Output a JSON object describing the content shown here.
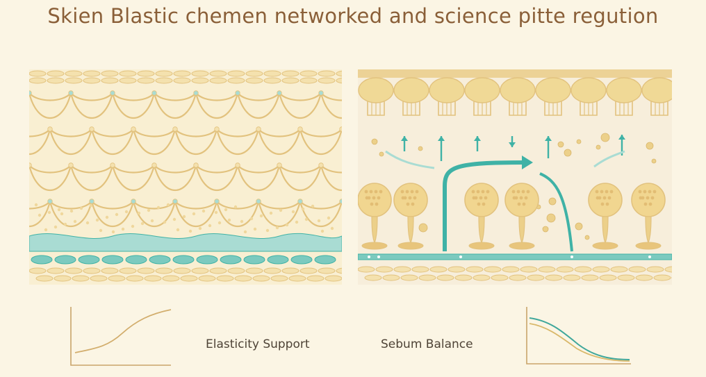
{
  "title": "Skien Blastic chemen networked and science pitte regution",
  "panels": {
    "left": {
      "caption": "Elasticity Support"
    },
    "right": {
      "caption": "Sebum Balance"
    }
  },
  "colors": {
    "background": "#fbf5e4",
    "fiber": "#e2c27e",
    "fiber_light": "#f4e1ae",
    "teal": "#3fb2a6",
    "teal_light": "#a9dcd3",
    "title": "#8a5f38",
    "text": "#4e4336"
  },
  "icons": {
    "left_panel": "collagen-elastin-network",
    "right_panel": "sebaceous-gland-regulation",
    "left_mini": "rising-curve-icon",
    "right_mini": "declining-curves-icon"
  }
}
